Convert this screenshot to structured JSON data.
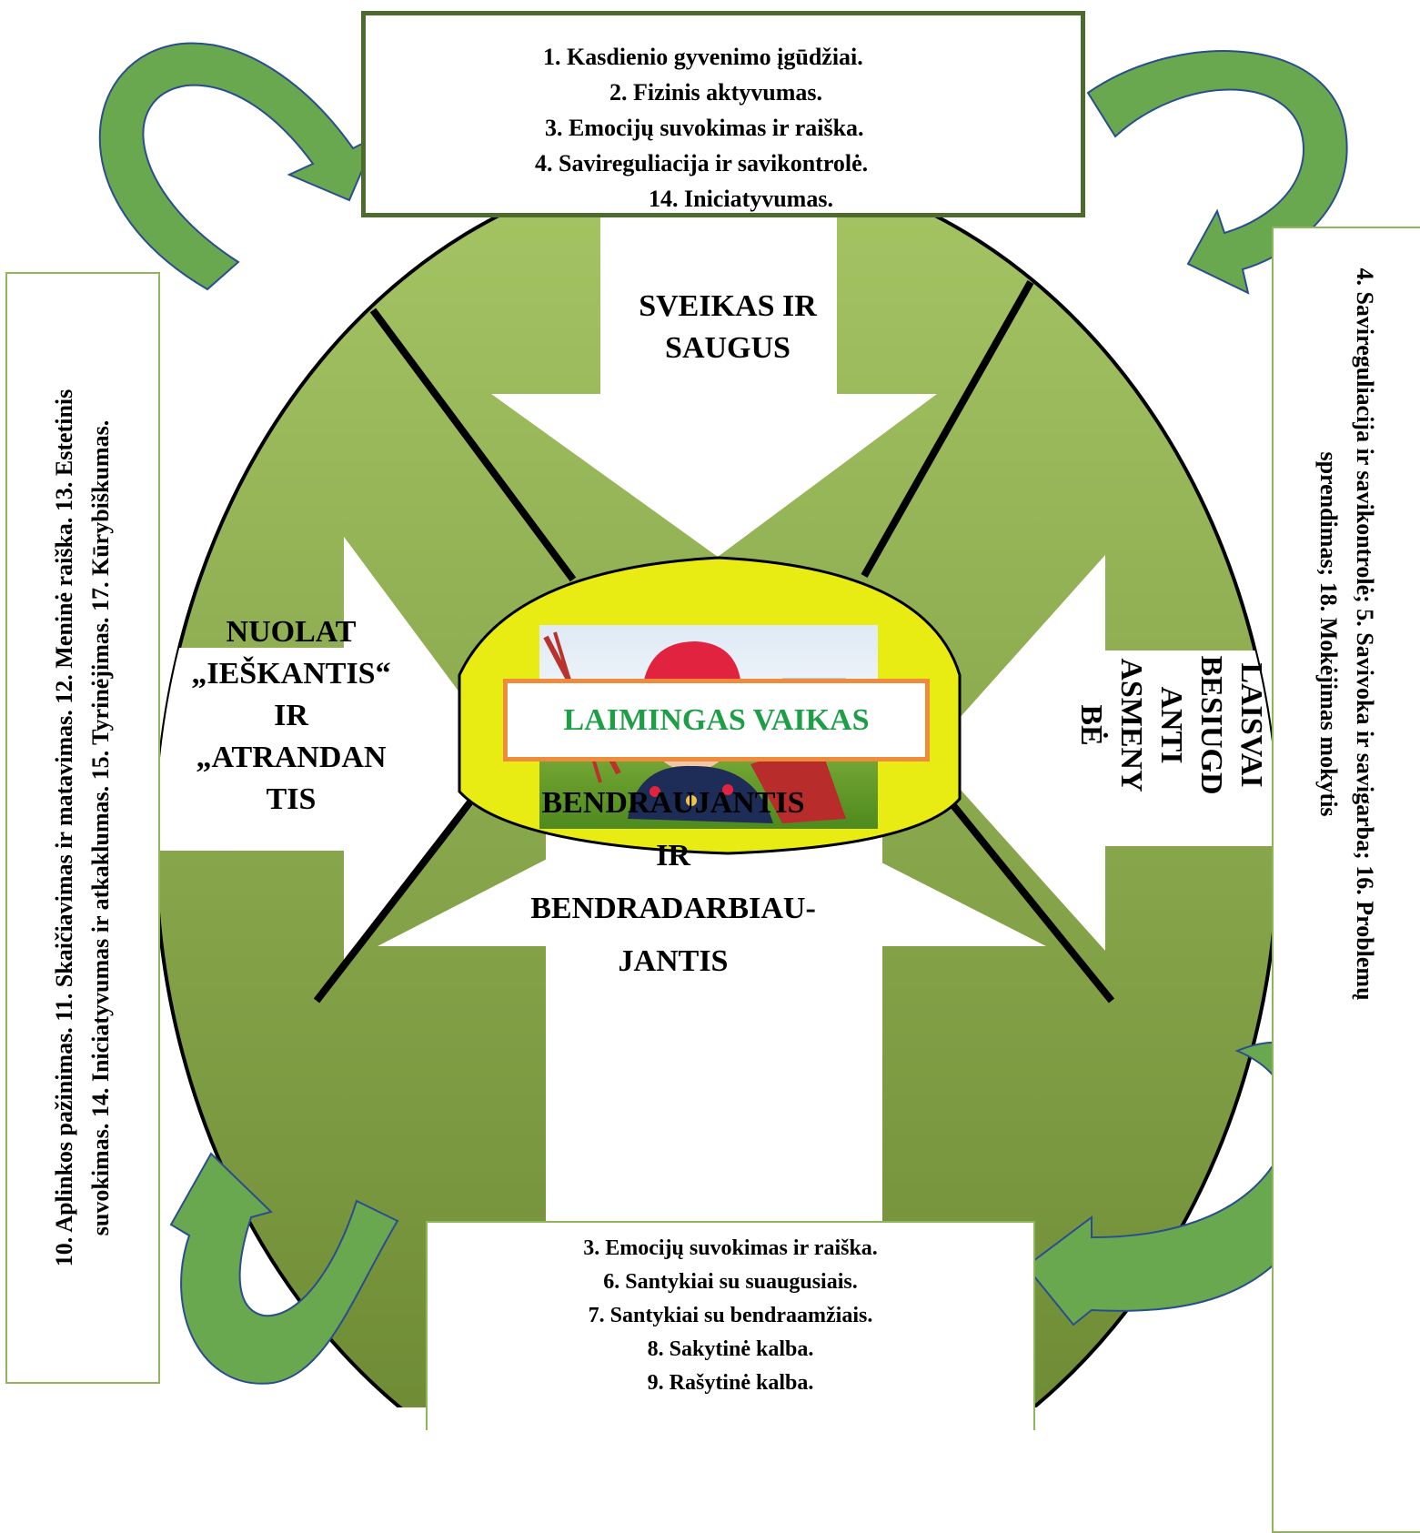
{
  "top_box": {
    "items": [
      "1.   Kasdienio gyvenimo įgūdžiai.",
      "2.   Fizinis aktyvumas.",
      "3.   Emocijų suvokimas ir raiška.",
      "4.   Savireguliacija ir savikontrolė.",
      "14. Iniciatyvumas."
    ]
  },
  "left_box": {
    "line1": "10. Aplinkos pažinimas. 11. Skaičiavimas ir matavimas. 12. Meninė raiška. 13. Estetinis",
    "line2": "suvokimas. 14. Iniciatyvumas ir atkaklumas. 15. Tyrinėjimas. 17. Kūrybiškumas."
  },
  "right_box": {
    "line1": "4. Savireguliacija ir savikontrolė; 5. Savivoka ir savigarba; 16. Problemų",
    "line2": "sprendimas; 18. Mokėjimas mokytis"
  },
  "bottom_box": {
    "items": [
      "3. Emocijų suvokimas ir raiška.",
      "6. Santykiai su suaugusiais.",
      "7. Santykiai su bendraamžiais.",
      "8. Sakytinė kalba.",
      "9. Rašytinė kalba."
    ]
  },
  "arrows": {
    "top": [
      "SVEIKAS IR",
      "SAUGUS"
    ],
    "left": [
      "NUOLAT",
      "„IEŠKANTIS“",
      "IR",
      "„ATRANDAN",
      "TIS"
    ],
    "right": [
      "LAISVAI",
      "BESIUGD",
      "ANTI",
      "ASMENY",
      "BĖ"
    ],
    "bottom": [
      "BENDRAUJANTIS",
      "IR",
      "BENDRADARBIAU-",
      "JANTIS"
    ]
  },
  "center": {
    "label": "LAIMINGAS VAIKAS"
  },
  "colors": {
    "circle_top": "#9bbb59",
    "circle_bottom": "#6f8c34",
    "curved_arrows": "#6aa84f",
    "center_oval": "#e8ec12",
    "center_border": "#ef8c3c",
    "center_text": "#1f9e48"
  }
}
